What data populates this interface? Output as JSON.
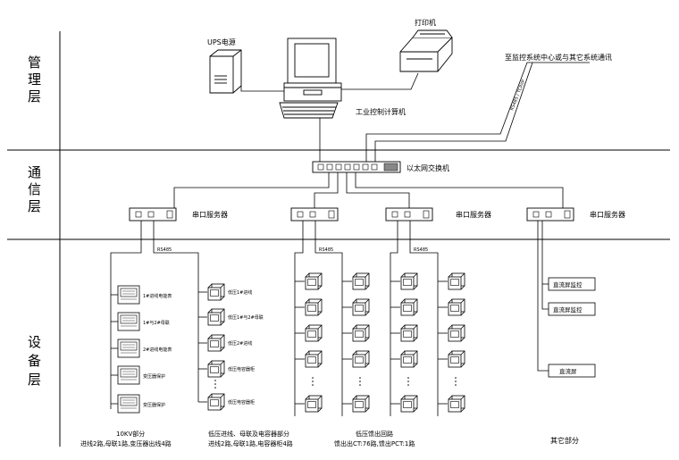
{
  "layers": {
    "management": "管理层",
    "communication": "通信层",
    "device": "设备层"
  },
  "management": {
    "ups": "UPS电源",
    "printer": "打印机",
    "computer": "工业控制计算机",
    "external_link": "至监控系统中心或与其它系统通讯"
  },
  "communication": {
    "switch": "以太网交换机",
    "serial_servers": [
      "串口服务器",
      "串口服务器",
      "串口服务器"
    ]
  },
  "device": {
    "bus_tag": "RS485",
    "mv_meters": [
      "1#进线电能表",
      "1#与2#母联",
      "2#进线电能表",
      "变压器保护",
      "变压器保护"
    ],
    "lv_units": [
      "低压1#进线",
      "低压1#与2#母联",
      "低压2#进线",
      "低压电容器柜",
      "低压电容器柜"
    ],
    "other_units": [
      "直流屏监控",
      "直流屏监控",
      "直流屏"
    ],
    "captions": {
      "mv_title": "10KV部分",
      "mv_detail": "进线2路,母联1路,变压器出线4路",
      "lv_title": "低压进线、母联及电容器部分",
      "lv_detail": "进线2路,母联1路,电容器柜4路",
      "feeder_title": "低压馈出回路",
      "feeder_detail": "馈出出CT:76路,馈出PCT:1路",
      "other_title": "其它部分"
    }
  }
}
